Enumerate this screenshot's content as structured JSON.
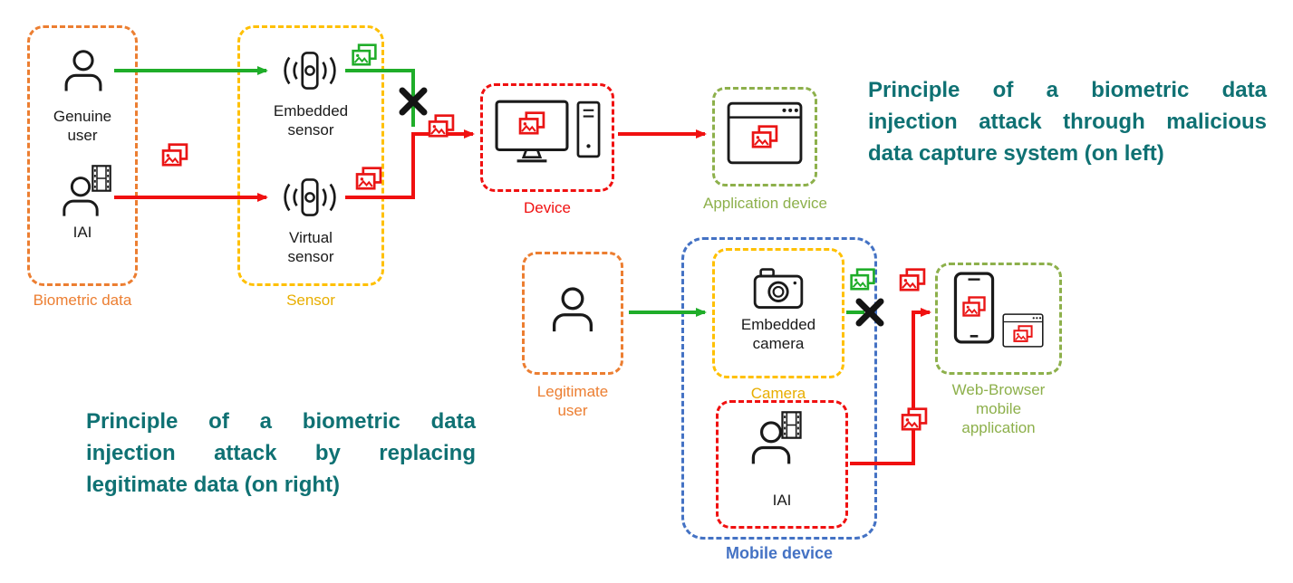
{
  "captions": {
    "top_right": {
      "lines": [
        "Principle of a biometric data",
        "injection attack through malicious",
        "data capture system (on left)"
      ]
    },
    "bottom_left": {
      "lines": [
        "Principle of a biometric data",
        "injection attack by replacing",
        "legitimate data (on right)"
      ]
    }
  },
  "left_diagram": {
    "biometric_data_label": "Biometric data",
    "genuine_user_label": "Genuine user",
    "iai_label": "IAI",
    "sensor_label": "Sensor",
    "embedded_sensor_label": "Embedded sensor",
    "virtual_sensor_label": "Virtual sensor",
    "device_label": "Device",
    "application_device_label": "Application device"
  },
  "right_diagram": {
    "legitimate_user_label": "Legitimate user",
    "camera_label": "Camera",
    "embedded_camera_label": "Embedded camera",
    "iai_label": "IAI",
    "mobile_device_label": "Mobile device",
    "web_browser_label": "Web-Browser mobile application"
  },
  "colors": {
    "orange": "#EC7E31",
    "yellow": "#FFC000",
    "red": "#F01010",
    "green_box": "#8DB04B",
    "green_arrow": "#1FAD29",
    "blue": "#4472C4",
    "teal": "#0F7173",
    "icon_black": "#1A1A1A"
  }
}
